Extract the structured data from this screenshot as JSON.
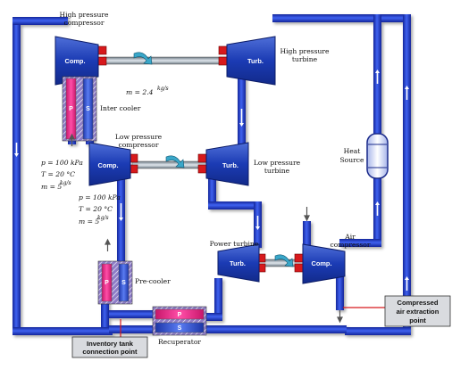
{
  "labels": {
    "hp_compressor_1": "High pressure",
    "hp_compressor_2": "compressor",
    "hp_turbine_1": "High pressure",
    "hp_turbine_2": "turbine",
    "inter_cooler": "Inter cooler",
    "lp_compressor_1": "Low pressure",
    "lp_compressor_2": "compressor",
    "lp_turbine_1": "Low pressure",
    "lp_turbine_2": "turbine",
    "heat_source_1": "Heat",
    "heat_source_2": "Source",
    "power_turbine": "Power turbine",
    "air_compressor_1": "Air",
    "air_compressor_2": "compressor",
    "pre_cooler": "Pre-cooler",
    "recuperator": "Recuperator"
  },
  "machines": {
    "comp": "Comp.",
    "turb": "Turb."
  },
  "heat_exchanger_tags": {
    "p": "P",
    "s": "S"
  },
  "flow_rate_top": {
    "prefix": "m = 2.4",
    "unit": "kg/s"
  },
  "conditions_1": {
    "pressure": "p = 100 kPa",
    "temperature": "T = 20 °C",
    "flow_prefix": "m = 5",
    "flow_unit": "kg/s"
  },
  "conditions_2": {
    "pressure": "p = 100 kPa",
    "temperature": "T = 20 °C",
    "flow_prefix": "m = 5",
    "flow_unit": "kg/s"
  },
  "callouts": {
    "compressed_air_1": "Compressed",
    "compressed_air_2": "air extraction",
    "compressed_air_3": "point",
    "inventory_1": "Inventory tank",
    "inventory_2": "connection point"
  }
}
